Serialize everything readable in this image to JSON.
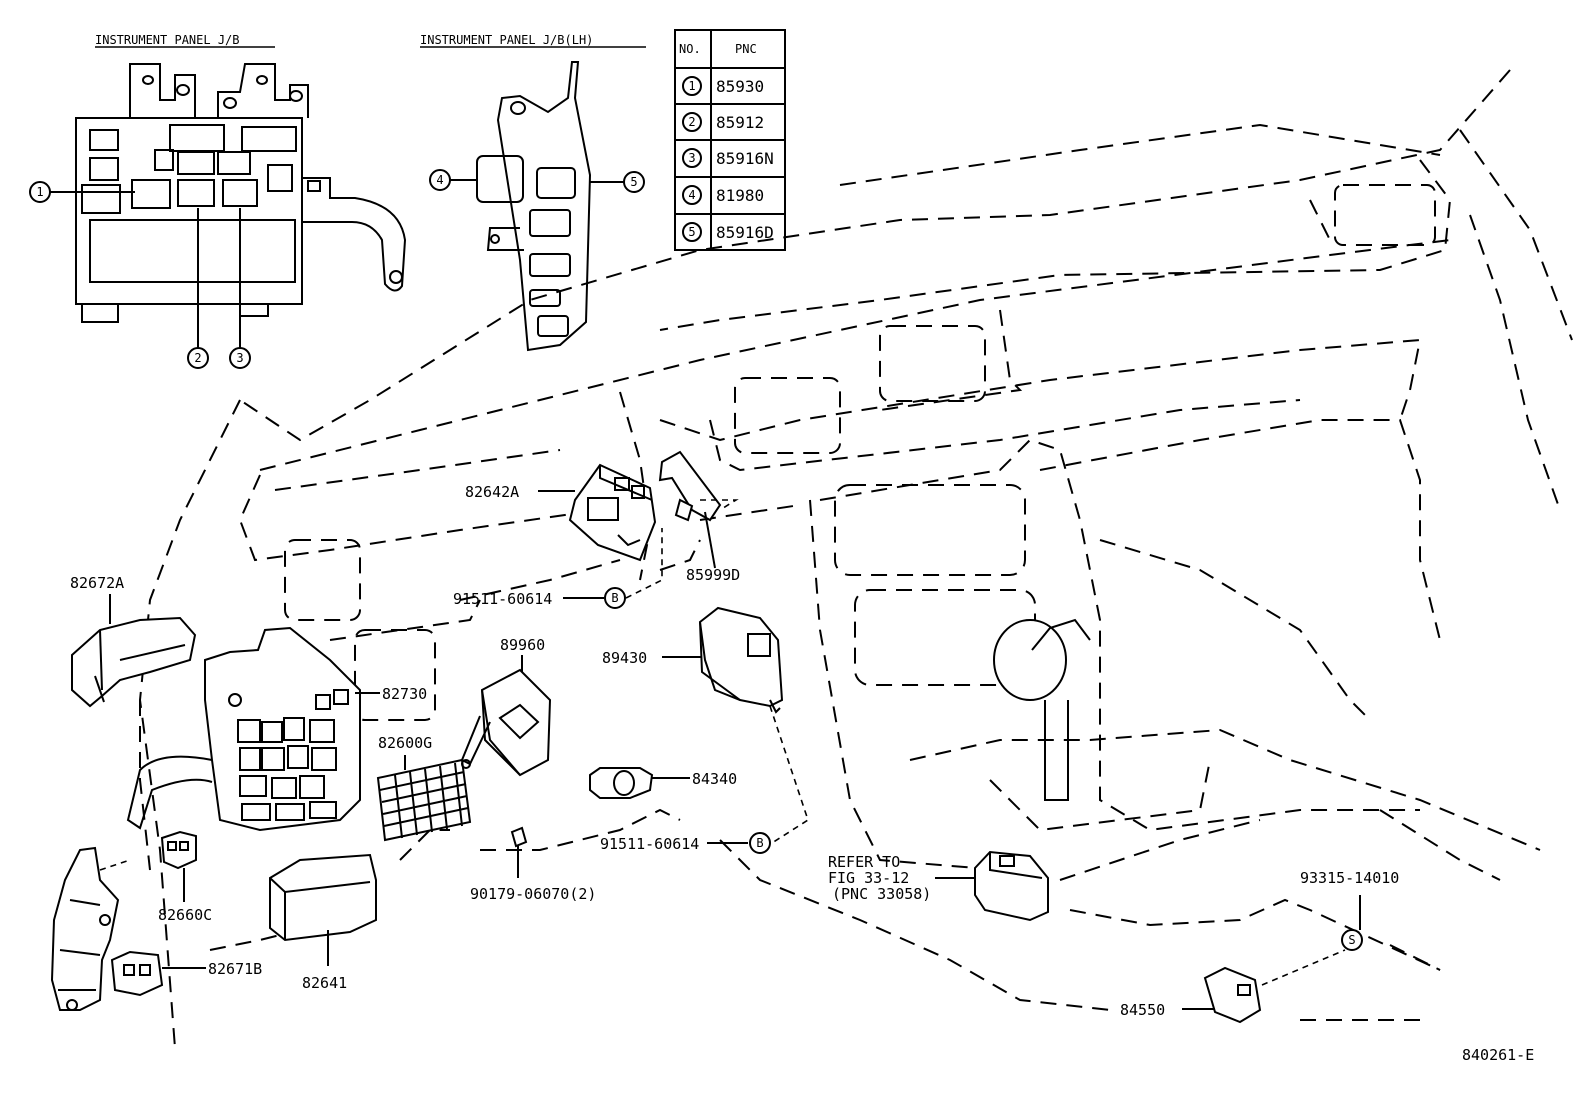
{
  "headers": {
    "panel_jb": "INSTRUMENT PANEL J/B",
    "panel_jb_lh": "INSTRUMENT PANEL J/B(LH)"
  },
  "table": {
    "col_no": "NO.",
    "col_pnc": "PNC",
    "rows": [
      {
        "no": "1",
        "pnc": "85930"
      },
      {
        "no": "2",
        "pnc": "85912"
      },
      {
        "no": "3",
        "pnc": "85916N"
      },
      {
        "no": "4",
        "pnc": "81980"
      },
      {
        "no": "5",
        "pnc": "85916D"
      }
    ]
  },
  "callouts": {
    "c1": "1",
    "c2": "2",
    "c3": "3",
    "c4": "4",
    "c5": "5"
  },
  "parts": {
    "p82642A": "82642A",
    "p82672A": "82672A",
    "p85999D": "85999D",
    "p91511_a": "91511-60614",
    "p89960": "89960",
    "p89430": "89430",
    "p82730": "82730",
    "p82600G": "82600G",
    "p84340": "84340",
    "p91511_b": "91511-60614",
    "p90179": "90179-06070(2)",
    "p82660C": "82660C",
    "p82641": "82641",
    "p82671B": "82671B",
    "refer_1": "REFER TO",
    "refer_2": "FIG 33-12",
    "refer_3": "(PNC 33058)",
    "p93315": "93315-14010",
    "p84550": "84550"
  },
  "markers": {
    "b1": "B",
    "b2": "B",
    "s": "S"
  },
  "figure_id": "840261-E"
}
